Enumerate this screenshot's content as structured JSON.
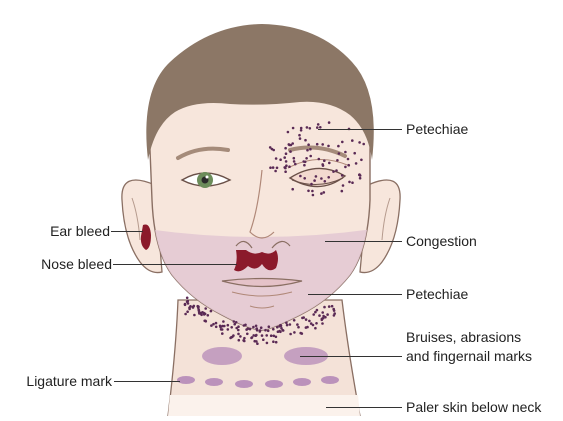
{
  "labels": {
    "petechiae_eye": "Petechiae",
    "ear_bleed": "Ear bleed",
    "congestion": "Congestion",
    "nose_bleed": "Nose bleed",
    "petechiae_chin": "Petechiae",
    "bruises_line1": "Bruises, abrasions",
    "bruises_line2": "and fingernail marks",
    "ligature_mark": "Ligature mark",
    "paler_skin": "Paler skin below neck"
  },
  "colors": {
    "skin": "#f7e6dc",
    "skin_outline": "#8a6f63",
    "hair": "#8c7766",
    "congestion": "#e3c9d3",
    "blood": "#8b1a2b",
    "petechiae": "#5a2a55",
    "bruise": "#b58ab8",
    "iris": "#6c8c5a"
  }
}
